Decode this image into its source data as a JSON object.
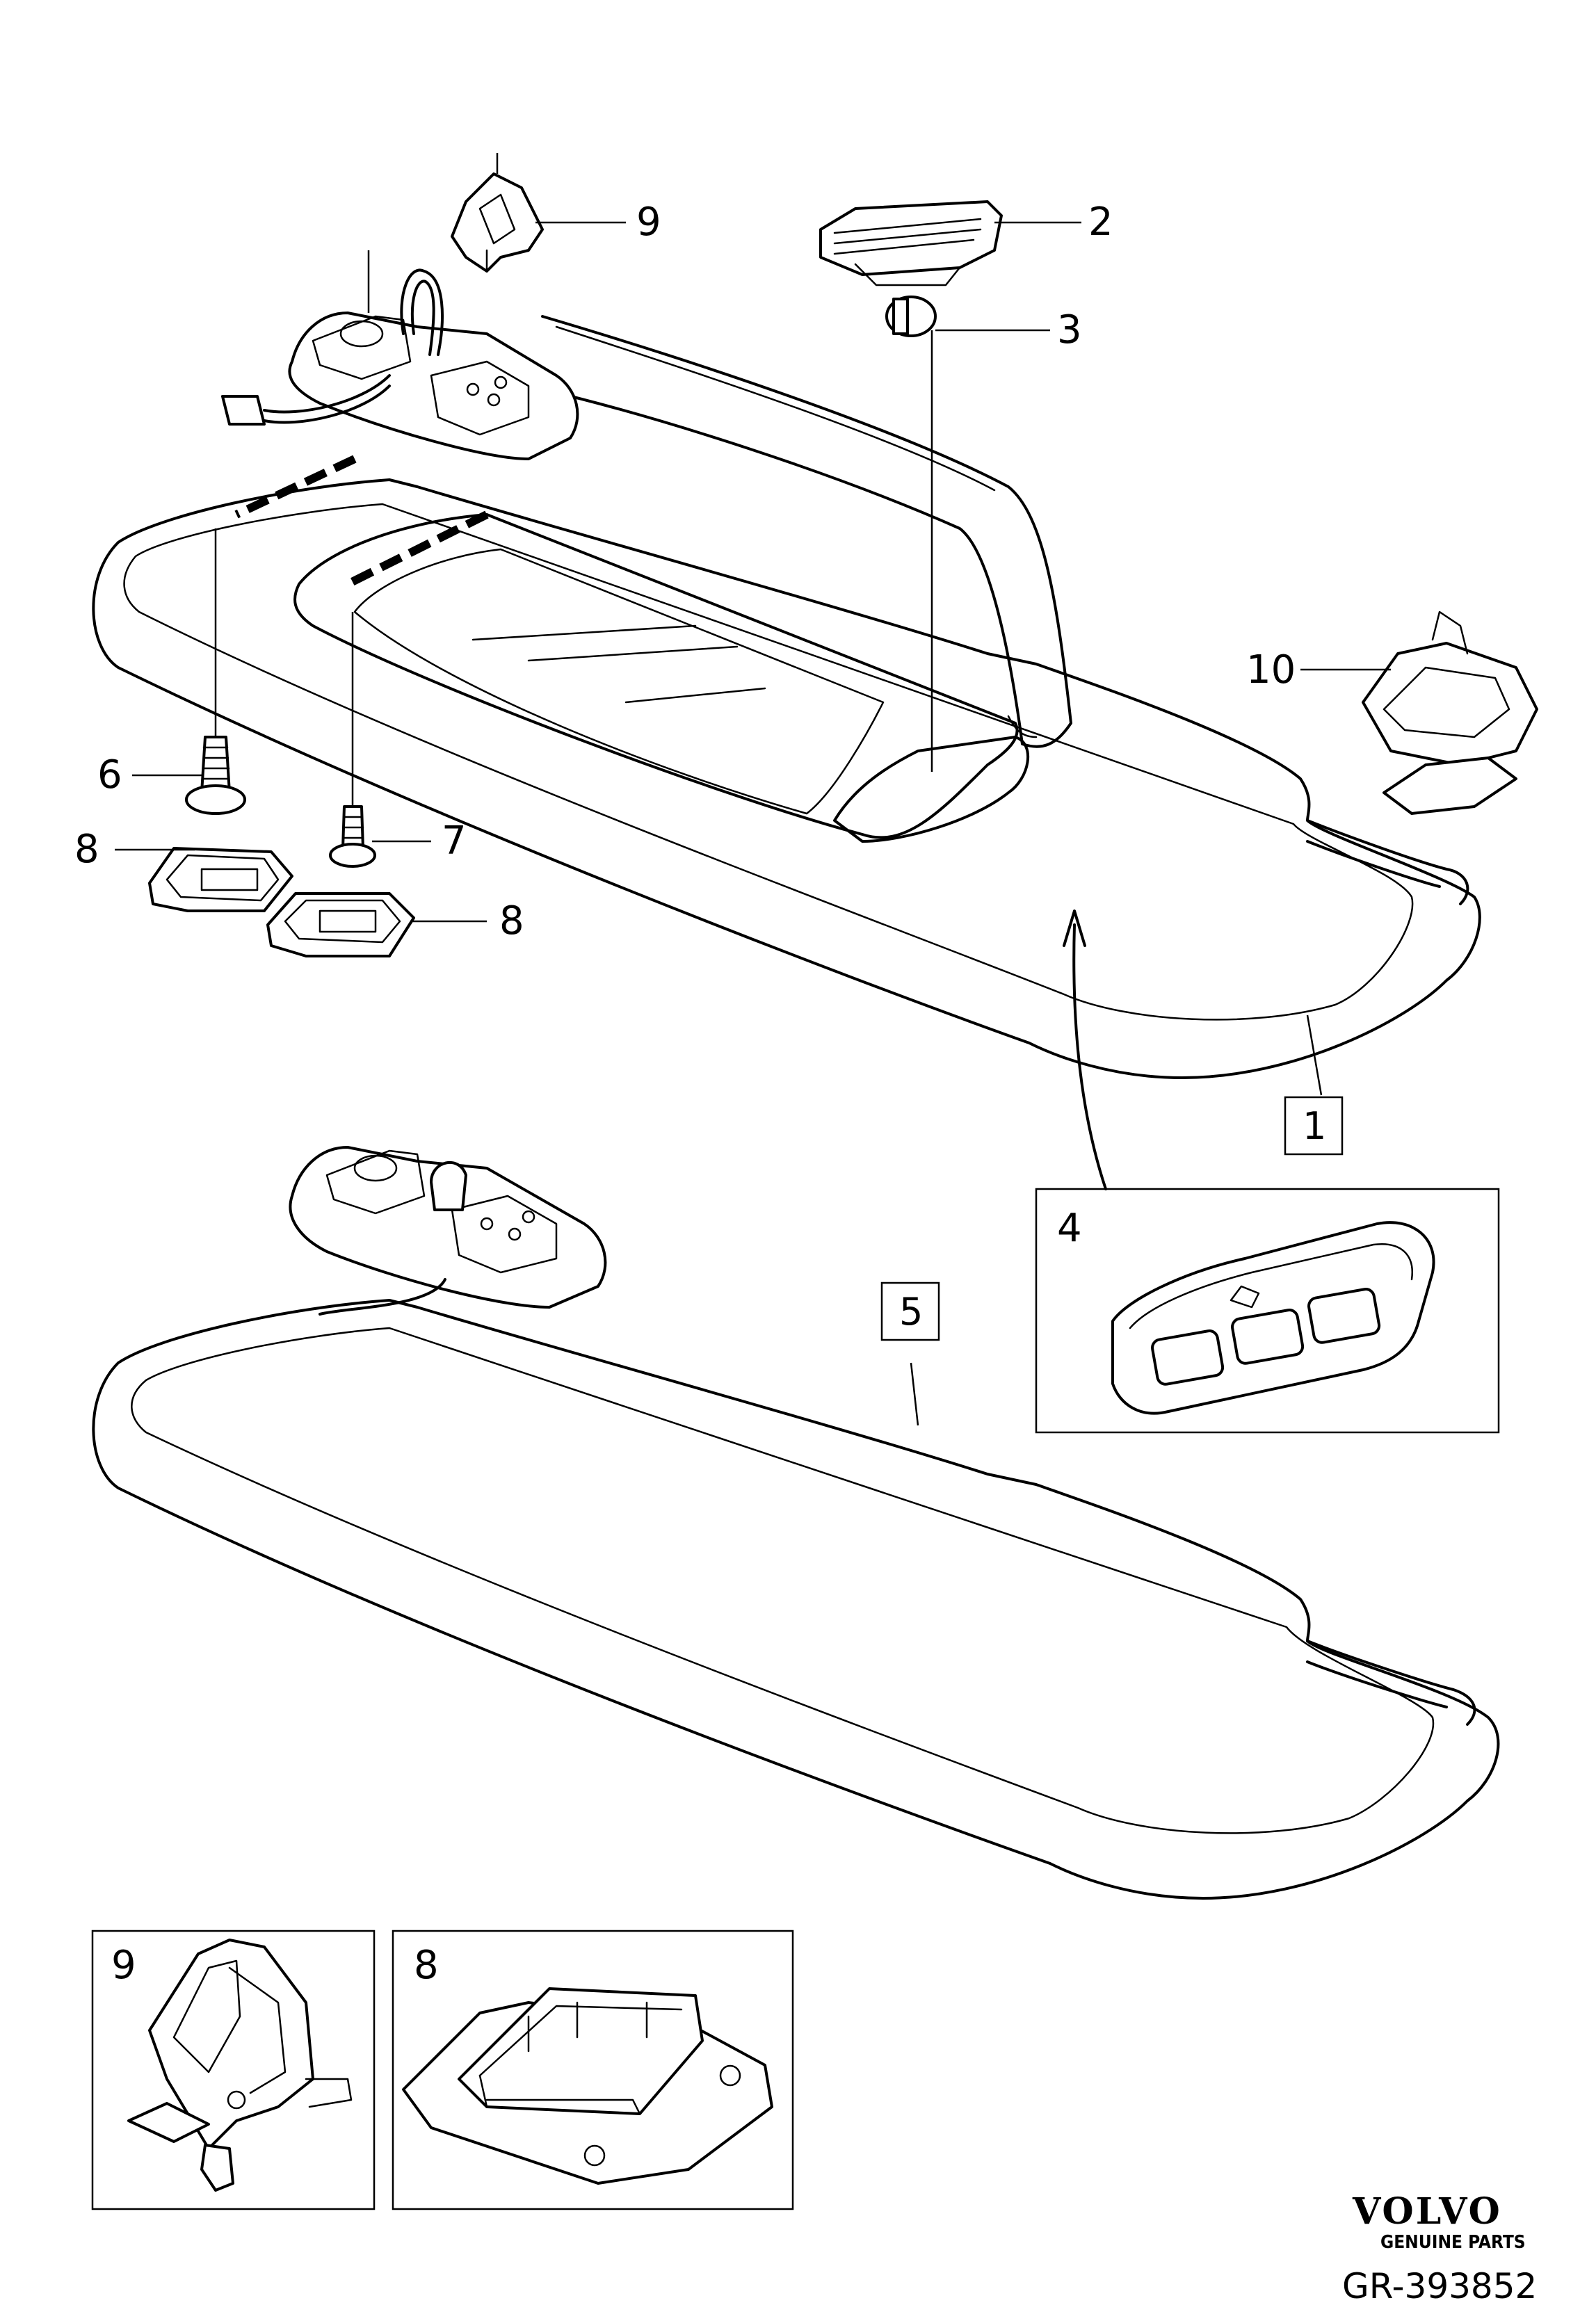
{
  "callouts": {
    "c9": "9",
    "c2": "2",
    "c3": "3",
    "c10": "10",
    "c6": "6",
    "c7": "7",
    "c8a": "8",
    "c8b": "8",
    "c1": "1",
    "c4": "4",
    "c5": "5"
  },
  "detail_boxes": {
    "box9": "9",
    "box8": "8"
  },
  "brand": {
    "name": "VOLVO",
    "tagline": "GENUINE PARTS"
  },
  "figure_code": "GR-393852"
}
